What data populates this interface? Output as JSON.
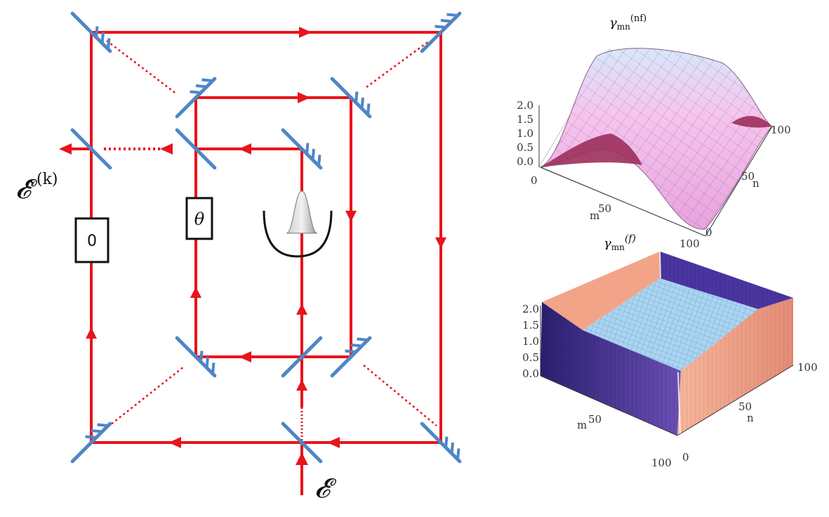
{
  "colors": {
    "beam": "#e8141c",
    "mirror": "#4f86c6",
    "box": "#111111",
    "surface_nf_top": "#f4b8ea",
    "surface_nf_low": "#c9e3f5",
    "surface_nf_edge": "#9c2f5c",
    "surface_f_wall_a": "#f3a488",
    "surface_f_wall_b": "#3e2c8e",
    "surface_f_floor": "#a9d5f2"
  },
  "diagram": {
    "output_label": "𝓔̂",
    "output_label_sup": "(k)",
    "input_label": "𝓔",
    "phase_outer": "0",
    "phase_middle": "θ",
    "icons": {
      "mirror": "beam-splitter-icon",
      "trap": "harmonic-trap-icon",
      "wavepacket": "gaussian-packet-icon"
    }
  },
  "plots": {
    "top": {
      "title_main": "γ",
      "title_sub": "mn",
      "title_sup": "(nf)",
      "z_ticks": [
        "2.0",
        "1.5",
        "1.0",
        "0.5",
        "0.0"
      ],
      "m_axis_label": "m",
      "m_ticks": [
        "0",
        "50",
        "100"
      ],
      "n_axis_label": "n",
      "n_ticks": [
        "0",
        "50",
        "100"
      ]
    },
    "bottom": {
      "title_main": "γ",
      "title_sub": "mn",
      "title_sup": "(f)",
      "z_ticks": [
        "2.0",
        "1.5",
        "1.0",
        "0.5",
        "0.0"
      ],
      "m_axis_label": "m",
      "m_ticks": [
        "50",
        "100"
      ],
      "n_axis_label": "n",
      "n_ticks": [
        "0",
        "50",
        "100"
      ]
    }
  }
}
